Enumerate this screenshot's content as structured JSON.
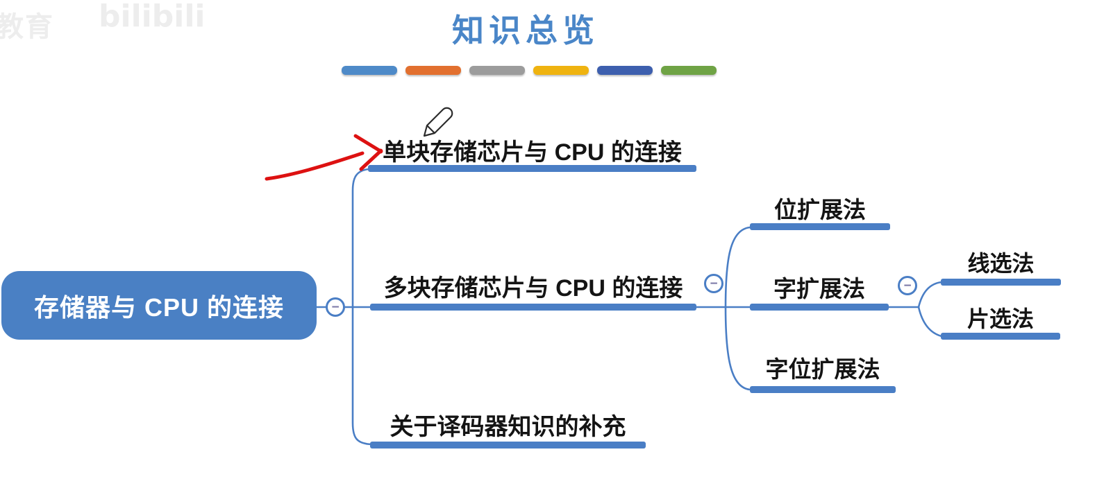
{
  "watermarks": {
    "left_text": "教育",
    "bilibili_text": "bilibili"
  },
  "header": {
    "title": "知识总览",
    "underline_colors": [
      "#4e8ac8",
      "#e2702f",
      "#9c9c9c",
      "#efb310",
      "#3d5fae",
      "#6fa345"
    ]
  },
  "colors": {
    "root_blue": "#4a80c4",
    "branch_blue": "#4a7ec5",
    "title_blue": "#4a86c8",
    "minus_color": "#7d7aa8",
    "arrow_red": "#dd1111",
    "text_black": "#141414",
    "watermark_gray": "#ededed",
    "pencil_gray": "#2b2b2b"
  },
  "mindmap": {
    "root": {
      "label": "存储器与 CPU 的连接"
    },
    "collapse_symbol": "−",
    "level1": [
      {
        "label": "单块存储芯片与 CPU 的连接"
      },
      {
        "label": "多块存储芯片与 CPU 的连接"
      },
      {
        "label": "关于译码器知识的补充"
      }
    ],
    "level2": [
      {
        "label": "位扩展法"
      },
      {
        "label": "字扩展法"
      },
      {
        "label": "字位扩展法"
      }
    ],
    "level3": [
      {
        "label": "线选法"
      },
      {
        "label": "片选法"
      }
    ]
  },
  "annotations": {
    "pencil_icon": "pencil-icon",
    "red_arrow": "hand-drawn-arrow"
  }
}
